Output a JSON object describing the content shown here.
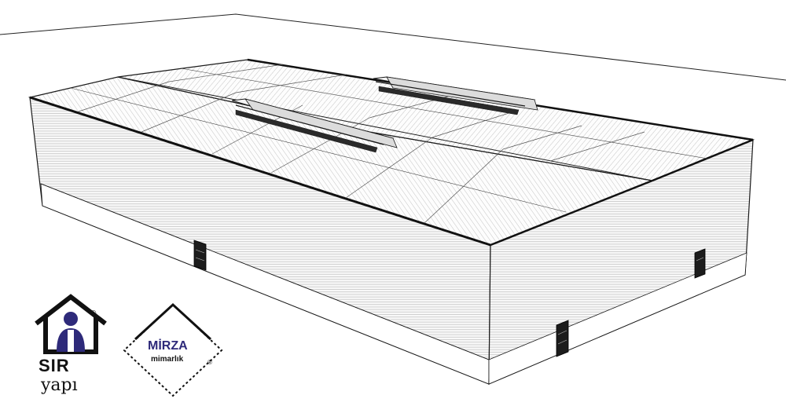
{
  "logos": {
    "sir_yapi": {
      "word_top": "SIR",
      "word_bottom": "yapı",
      "registered_mark": "®",
      "color": "#2e2a7a"
    },
    "mirza": {
      "word_top": "MİRZA",
      "word_bottom": "mimarlık",
      "registered_mark": "®",
      "color": "#2e2a7a"
    }
  },
  "colors": {
    "line": "#1a1a1a",
    "wall": "#f7f7f7",
    "roof": "#fbfbfb",
    "door": "#1c1c1c"
  }
}
